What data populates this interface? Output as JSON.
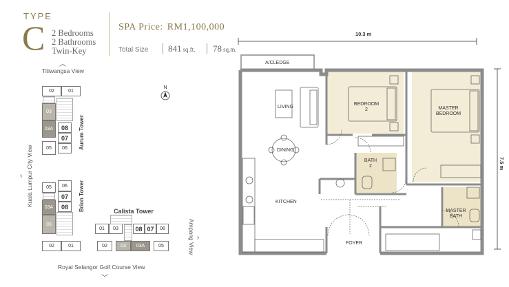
{
  "header": {
    "type_label": "TYPE",
    "type_letter": "C",
    "bedrooms": "2 Bedrooms",
    "bathrooms": "2 Bathrooms",
    "variant": "Twin-Key",
    "price_label": "SPA Price:",
    "price_value": "RM1,100,000",
    "total_size_label": "Total Size",
    "size_sqft": "841",
    "unit_sqft": "sq.ft.",
    "size_sqm": "78",
    "unit_sqm": "sq.m."
  },
  "keyplan": {
    "view_top": "Titiwangsa View",
    "view_left": "Kuala Lumpur City View",
    "view_right": "Ampang View",
    "view_bottom": "Royal Selangor Golf Course View",
    "towers": {
      "aurum": "Aurum Tower",
      "brion": "Brion Tower",
      "calista": "Calista Tower"
    },
    "aurum_units": [
      "02",
      "01",
      "03",
      "03A",
      "08",
      "07",
      "06",
      "05"
    ],
    "brion_units": [
      "05",
      "06",
      "07",
      "03A",
      "08",
      "03",
      "02",
      "01"
    ],
    "calista_units": [
      "01",
      "03",
      "08",
      "07",
      "06",
      "02",
      "03",
      "03A",
      "05"
    ],
    "compass_letter": "N"
  },
  "plan": {
    "width_dim": "10.3 m",
    "height_dim": "7.5 m",
    "rooms": {
      "acledge": "A/CLEDGE",
      "living": "LIVING",
      "dining": "DINING",
      "kitchen": "KITCHEN",
      "foyer": "FOYER",
      "bedroom2_a": "BEDROOM",
      "bedroom2_b": "2",
      "bath2_a": "BATH",
      "bath2_b": "2",
      "master_bedroom_a": "MASTER",
      "master_bedroom_b": "BEDROOM",
      "master_bath_a": "MASTER",
      "master_bath_b": "BATH"
    }
  },
  "colors": {
    "gold": "#8a7a4c",
    "room_fill": "#f3ecd6",
    "bath_fill": "#ede3c6",
    "wall": "#8c8c8c"
  }
}
